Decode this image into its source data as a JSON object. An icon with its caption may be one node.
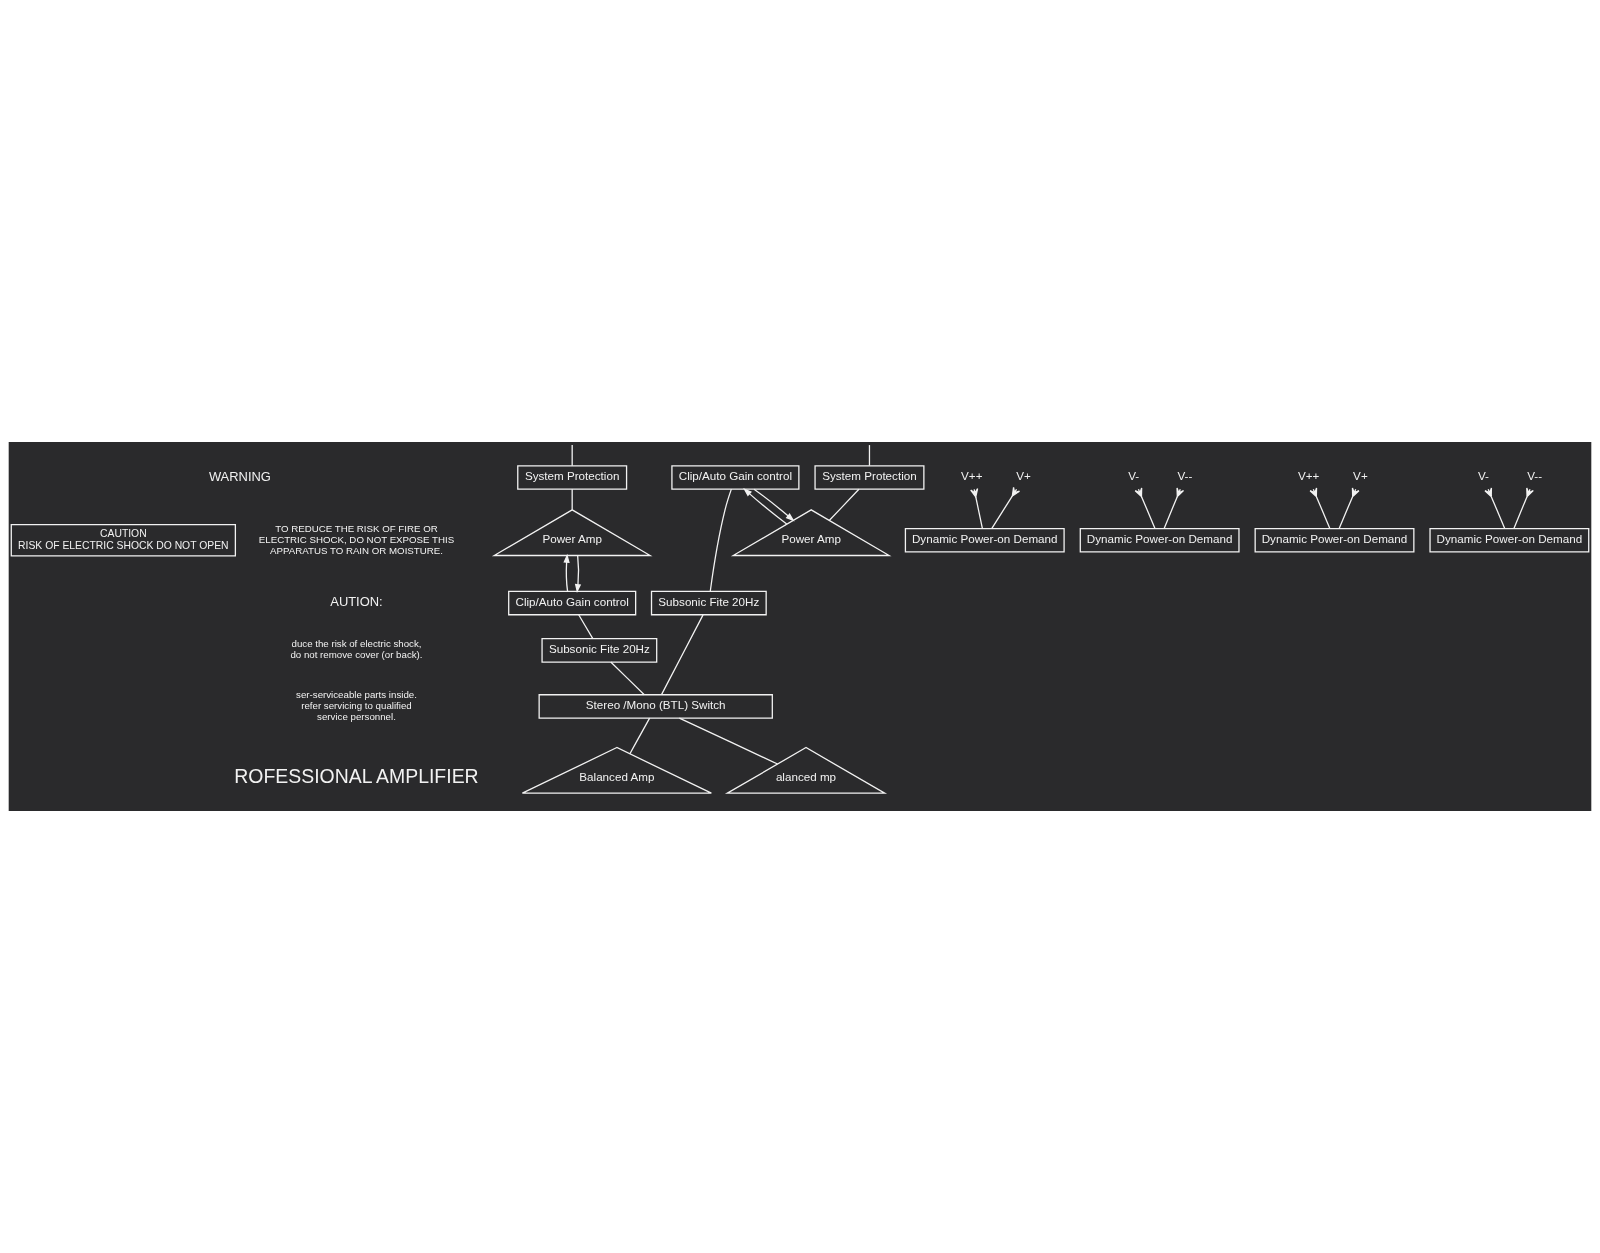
{
  "diagram": {
    "nodes": [
      {
        "text": [
          "CAUTION",
          "RISK OF ELECTRIC SHOCK DO NOT OPEN"
        ]
      },
      {
        "text": [
          "Balanced Amp"
        ]
      },
      {
        "text": [
          "Stereo /Mono (BTL) Switch"
        ]
      },
      {
        "text": [
          "Subsonic Fite 20Hz"
        ]
      },
      {
        "text": [
          "Clip/Auto Gain control"
        ]
      },
      {
        "text": [
          "Power Amp"
        ]
      },
      {
        "text": [
          "System Protection"
        ]
      },
      {
        "text": [
          "Dynamic Power-on Demand"
        ]
      },
      {
        "text": [
          "V++"
        ]
      },
      {
        "text": [
          "V+"
        ]
      },
      {
        "text": [
          "Dynamic Power-on Demand"
        ]
      },
      {
        "text": [
          "V-"
        ]
      },
      {
        "text": [
          "V--"
        ]
      },
      {
        "text": [
          "alanced mp"
        ]
      },
      {
        "text": [
          "Subsonic Fite 20Hz"
        ]
      },
      {
        "text": [
          "Clip/Auto Gain control"
        ]
      },
      {
        "text": [
          "Power Amp"
        ]
      },
      {
        "text": [
          "System Protection"
        ]
      },
      {
        "text": [
          "Dynamic Power-on Demand"
        ]
      },
      {
        "text": [
          "V++"
        ]
      },
      {
        "text": [
          "V+"
        ]
      },
      {
        "text": [
          "Dynamic Power-on Demand"
        ]
      },
      {
        "text": [
          "V-"
        ]
      },
      {
        "text": [
          "V--"
        ]
      }
    ],
    "edges": [
      {
        "from": 1,
        "to": 2,
        "arrow": "none"
      },
      {
        "from": 2,
        "to": 3,
        "arrow": "none"
      },
      {
        "from": 3,
        "to": 4,
        "arrow": "none"
      },
      {
        "from": 4,
        "to": 5,
        "arrow": "to"
      },
      {
        "from": 5,
        "to": 4,
        "arrow": "to"
      },
      {
        "from": 5,
        "to": 6,
        "arrow": "none"
      },
      {
        "from": 6,
        "to": null,
        "arrow": "none"
      },
      {
        "from": 7,
        "to": 8,
        "arrow": "other"
      },
      {
        "from": 7,
        "to": 9,
        "arrow": "other"
      },
      {
        "from": 10,
        "to": 11,
        "arrow": "other"
      },
      {
        "from": 10,
        "to": 12,
        "arrow": "other"
      },
      {
        "from": 13,
        "to": 2,
        "arrow": "none"
      },
      {
        "from": 2,
        "to": 14,
        "arrow": "none"
      },
      {
        "from": 14,
        "to": 15,
        "arrow": "none"
      },
      {
        "from": 15,
        "to": 16,
        "arrow": "to"
      },
      {
        "from": 16,
        "to": 15,
        "arrow": "to"
      },
      {
        "from": 16,
        "to": 17,
        "arrow": "none"
      },
      {
        "from": 17,
        "to": null,
        "arrow": "none"
      },
      {
        "from": 18,
        "to": 19,
        "arrow": "other"
      },
      {
        "from": 18,
        "to": 20,
        "arrow": "other"
      },
      {
        "from": 21,
        "to": 22,
        "arrow": "other"
      },
      {
        "from": 21,
        "to": 23,
        "arrow": "other"
      }
    ],
    "labels": [
      "WARNING",
      "TO REDUCE THE RISK OF FIRE OR ELECTRIC SHOCK, DO NOT EXPOSE THIS APPARATUS TO RAIN OR MOISTURE.",
      "AUTION:",
      "duce the risk of electric shock, do not remove cover (or back).",
      "ser-serviceable parts inside. refer servicing to qualified service personnel.",
      "ROFESSIONAL AMPLIFIER"
    ]
  }
}
